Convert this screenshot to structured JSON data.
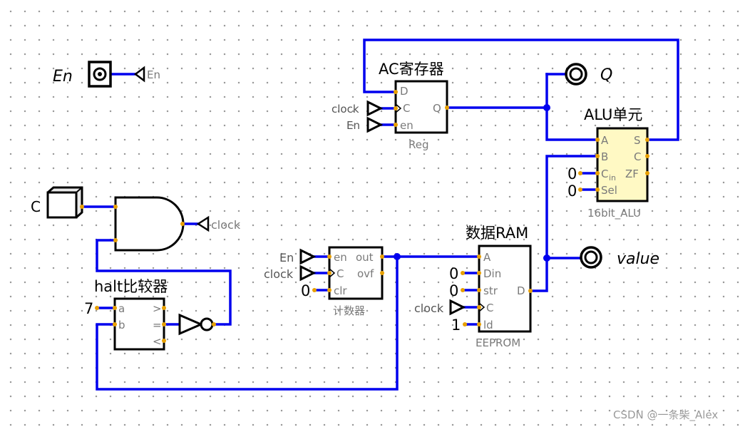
{
  "inputs": {
    "en_label": "En",
    "en_tunnel": "En",
    "c_label": "C"
  },
  "and_gate": {
    "tunnel": "clock"
  },
  "ac_register": {
    "title": "AC寄存器",
    "subtitle": "Reg",
    "pins": {
      "d": "D",
      "c": "C",
      "q": "Q",
      "en": "en"
    },
    "tunnels": {
      "clock": "clock",
      "en": "En"
    }
  },
  "output_q": {
    "label": "Q"
  },
  "alu": {
    "title": "ALU单元",
    "subtitle": "16bit_ALU",
    "pins": {
      "a": "A",
      "b": "B",
      "cin": "C",
      "cin_sub": "in",
      "sel": "Sel",
      "s": "S",
      "c": "C",
      "zf": "ZF"
    },
    "constants": {
      "cin": "0",
      "sel": "0"
    },
    "fill_color": "#fff9c4"
  },
  "counter": {
    "subtitle": "计数器",
    "pins": {
      "en": "en",
      "c": "C",
      "clr": "clr",
      "out": "out",
      "ovf": "ovf"
    },
    "tunnels": {
      "en": "En",
      "clock": "clock"
    },
    "constants": {
      "clr": "0"
    }
  },
  "ram": {
    "title": "数据RAM",
    "subtitle": "EEPROM",
    "pins": {
      "a": "A",
      "din": "Din",
      "str": "str",
      "c": "C",
      "ld": "ld",
      "d": "D"
    },
    "constants": {
      "din": "0",
      "str": "0",
      "ld": "1"
    },
    "tunnels": {
      "clock": "clock"
    }
  },
  "output_value": {
    "label": "value"
  },
  "comparator": {
    "title": "halt比较器",
    "pins": {
      "a": "a",
      "b": "b",
      "gt": ">",
      "eq": "=",
      "lt": "<"
    },
    "constants": {
      "a": "7"
    }
  },
  "watermark": "CSDN @一条柴_Alex",
  "colors": {
    "wire": "#0000ee",
    "pin_dot": "#e8a000",
    "background": "#ffffff"
  }
}
